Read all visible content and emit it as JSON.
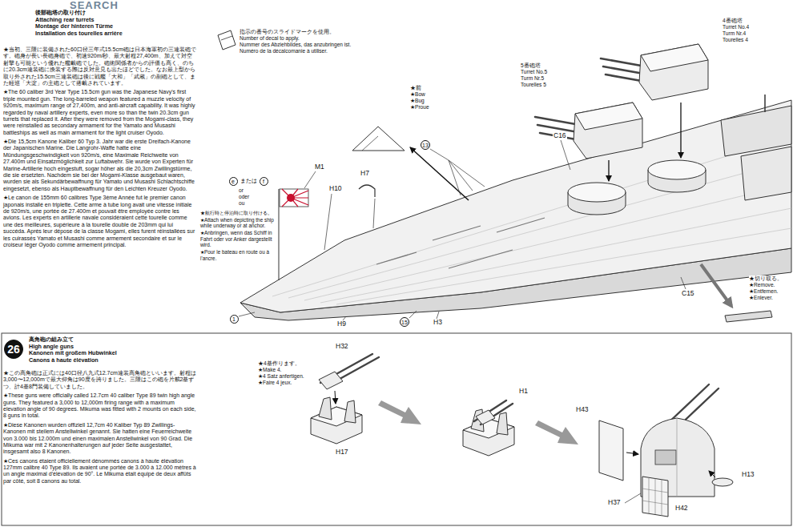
{
  "diagram": {
    "nodes": [
      {
        "text": [
          "13"
        ]
      },
      {
        "text": [
          "e"
        ]
      },
      {
        "text": [
          "f"
        ]
      },
      {
        "text": [
          "15"
        ]
      },
      {
        "text": [
          "1"
        ]
      },
      {
        "text": [
          "26"
        ]
      }
    ],
    "labels": [
      "SEARCH",
      "後部砲塔の取り付け",
      "Attaching rear turrets",
      "Montage der hinteren Türme",
      "Installation des tourelles arrière",
      "★当初、三隈に装備された60口径三年式15.5cm砲は日本海軍初の三連装砲です。砲身が長い長砲身砲で、初速920m/秒、最大射程27,400m、加えて対空射撃も可能という優れた艦載砲でした。砲術関係者からの評価も高く、のちに20.3cm連装砲に換装する際は反対意見も出たほどでした。なお最上型から取り外された15.5cm三連装砲は後に戦艦「大和」「武蔵」の副砲として、また軽巡「大淀」の主砲として搭載されています。",
      "★The 60 caliber 3rd Year Type 15.5cm gun was the Japanese Navy's first triple mounted gun. The long-barreled weapon featured a muzzle velocity of 920m/s, maximum range of 27,400m, and anti-aircraft capability. It was highly regarded by naval artillery experts, even more so than the twin 20.3cm gun turrets that replaced it. After they were removed from the Mogami-class, they were reinstalled as secondary armament for the Yamato and Musashi battleships as well as main armament for the light cruiser Oyodo.",
      "★Die 15,5cm Kanone Kaliber 60 Typ 3. Jahr war die erste Dreifach-Kanone der Japanischen Marine. Die Langrohr-Waffe hatte eine Mündungsgeschwindigkeit von 920m/s, eine Maximale Reichweite von 27.400m und Einsatzmöglichkeit zur Luftabwehr. Sie wurde von Experten für Marine-Artillerie hoch eingestuft, sogar höher als die 20,3cm Zwillingstürme, die sie ersetzten. Nachdem sie bei der Mogami-Klasse ausgebaut waren, wurden sie als Sekundärbewaffnung für Yamato und Musashi Schlachtschiffe eingesetzt, ebenso als Hauptbewaffnung für den Leichten Kreuzer Oyodo.",
      "★Le canon de 155mm 60 calibres Type 3ème Année fut le premier canon japonais installé en triplette. Cette arme à tube long avait une vitesse initiale de 920m/s, une portée de 27.400m et pouvait être employée contre les avions. Les experts en artillerie navale considéraient cette tourelle comme une des meilleures, supérieure à la tourelle double de 203mm qui lui succéda. Après leur dépose de la classe Mogami, elles furent réinstallées sur les cuirassés Yamato et Musashi comme armement secondaire et sur le croiseur léger Oyodo comme armement principal.",
      "指示の番号のスライドマークを使用。",
      "Number of decal to apply.",
      "Nummer des Abziehbildes, das anzubringen ist.",
      "Numéro de la décalcomanie à utiliser.",
      "4番砲塔",
      "Turret No.4",
      "Turm Nr.4",
      "Tourelles 4",
      "5番砲塔",
      "Turret No.5",
      "Turm Nr.5",
      "Tourelles 5",
      "★前",
      "★Bow",
      "★Bug",
      "★Proue",
      "C16",
      "M1",
      "H7",
      "H10",
      "または",
      "or",
      "oder",
      "ou",
      "★航行時と停泊時に取り付ける。",
      "★Attach when depicting the ship while underway or at anchor.",
      "★Anbringen, wenn das Schiff in Fahrt oder vor Anker dargestellt wird.",
      "★Pour le bateau en route ou à l'ancre.",
      "C15",
      "★切り取る。",
      "★Remove.",
      "★Entfernen.",
      "★Enlever.",
      "H9",
      "H3",
      "高角砲の組み立て",
      "High angle guns",
      "Kanonen mit großem Hubwinkel",
      "Canons à haute élévation",
      "★この高角砲は正式には40口径八九式12.7cm連装高角砲といいます。射程は3,000〜12,000mで最大仰角は90度を誇りました。三隈はこの砲を片舷2基ずつ、計4基8門装備していました。",
      "★These guns were officially called 12.7cm 40 caliber Type 89 twin high angle guns. They featured a 3,000 to 12,000m firing range with a maximum elevation angle of 90 degrees. Mikuma was fitted with 2 mounts on each side, 8 guns in total.",
      "★Diese Kanonen wurden offiziell 12,7cm 40 Kaliber Typ 89 Zwillings-Kanonen mit steilem Anstellwinkel genannt. Sie hatten eine Feuerreichweite von 3.000 bis 12.000m und einen maximalen Anstellwinkel von 90 Grad. Die Mikuma war mit 2 Kanonenhalterungen auf jeder Seite ausgestattet, insgesamt also 8 Kanonen.",
      "★Ces canons étaient officiellement dénommés canons à haute élévation 127mm calibre 40 Type 89. Ils avaient une portée de 3.000 à 12.000 mètres à un angle maximal d'élévation de 90°. Le Mikuma était équipé de deux affûts par côté, soit 8 canons au total.",
      "★4基作ります。",
      "★Make 4.",
      "★4 Satz anfertigen.",
      "★Faire 4 jeux.",
      "H32",
      "H1",
      "H17",
      "H43",
      "H13",
      "H37",
      "H42"
    ]
  }
}
